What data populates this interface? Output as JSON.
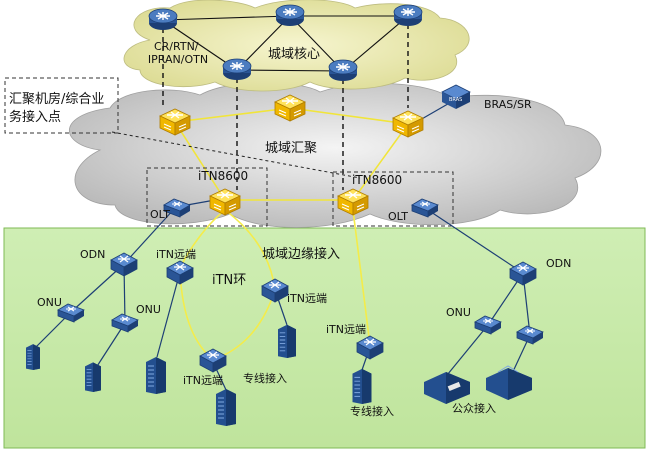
{
  "labels": {
    "core_equipment": "CR/RTN/\nIPRAN/OTN",
    "core_area": "城域核心",
    "aggregation_area": "城域汇聚",
    "agg_room": "汇聚机房/综合业\n务接入点",
    "bras": "BRAS/SR",
    "itn8600_left": "iTN8600",
    "itn8600_right": "iTN8600",
    "olt_left": "OLT",
    "olt_right": "OLT",
    "edge_area": "城域边缘接入",
    "itn_ring": "iTN环",
    "odn_left": "ODN",
    "odn_right": "ODN",
    "onu_left_1": "ONU",
    "onu_left_2": "ONU",
    "onu_right": "ONU",
    "itn_remote_1": "iTN远端",
    "itn_remote_2": "iTN远端",
    "itn_remote_3": "iTN远端",
    "itn_remote_4": "iTN远端",
    "private_line_1": "专线接入",
    "private_line_2": "专线接入",
    "public_access": "公众接入"
  },
  "colors": {
    "edge_bg": "#c6e9a8",
    "edge_border": "#8fc96a",
    "core_cloud": "#ecebb5",
    "agg_cloud": "#d2d2d2",
    "router_blue": "#2d5aa0",
    "switch_yellow": "#f2c200",
    "ring_yellow": "#f4ec5e",
    "building_blue": "#2f5f9e"
  }
}
